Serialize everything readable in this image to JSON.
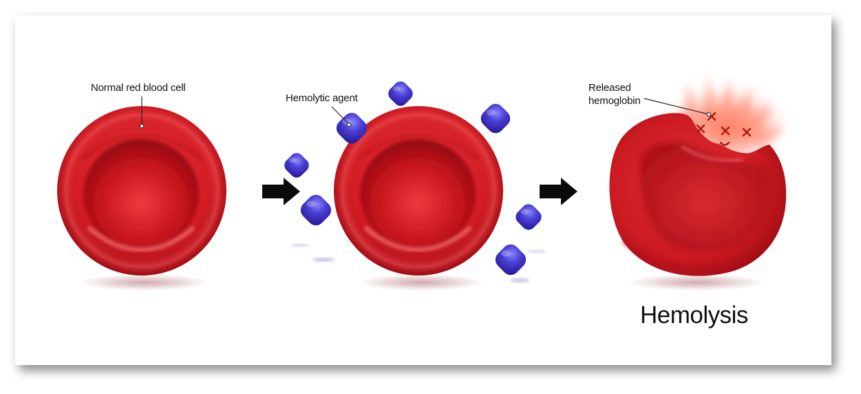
{
  "labels": {
    "normal_cell": "Normal red blood cell",
    "hemolytic_agent": "Hemolytic agent",
    "released_line1": "Released",
    "released_line2": "hemoglobin"
  },
  "title": "Hemolysis",
  "icons": {
    "arrow": "arrow-right-icon",
    "agent": "hemolytic-agent-particle",
    "hemoglobin": "hemoglobin-molecule"
  },
  "colors": {
    "cell_red": "#d31c24",
    "cell_dark": "#a50e16",
    "agent_purple": "#4030c8",
    "hemoglobin_glow": "#ff7a5a"
  }
}
